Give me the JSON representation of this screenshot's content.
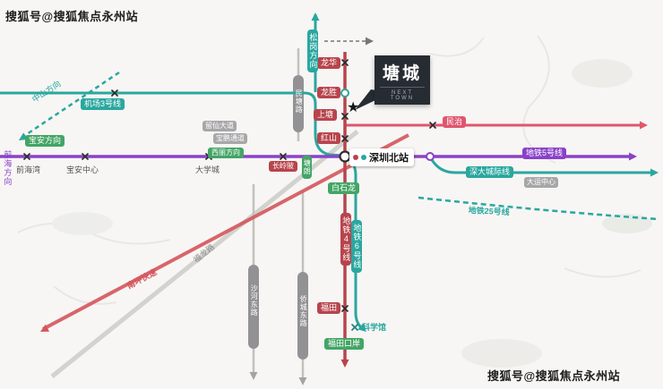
{
  "watermarks": {
    "top_left": "搜狐号@搜狐焦点永州站",
    "bottom_right": "搜狐号@搜狐焦点永州站"
  },
  "project_badge": {
    "name": "塘城",
    "subtitle": "NEXT TOWN"
  },
  "icons": {
    "star": "★"
  },
  "hub": {
    "name": "深圳北站"
  },
  "line4": {
    "label": "地铁4号线",
    "stations": {
      "longhua": "龙华",
      "longsheng": "龙胜",
      "shangtang": "上塘",
      "hongshan": "红山",
      "baishilong": "白石龙",
      "futian": "福田",
      "futiankouan": "福田口岸"
    }
  },
  "line6": {
    "label": "地铁6号线",
    "terminus_north": "松岗方向",
    "airport_label": "机场3号线",
    "stations": {
      "kexueguan": "科学馆"
    }
  },
  "line5": {
    "label": "地铁5号线",
    "stations": {
      "qianhaiwan": "前海湾",
      "baoanzhongxin": "宝安中心",
      "daxuecheng": "大学城",
      "changlingpi": "长岭陂",
      "tanglang": "塘朗",
      "minzhi": "民治"
    }
  },
  "intercity": {
    "shenda_label": "深大城际线",
    "dayun_center": "大运中心",
    "line25_label": "地铁25号线",
    "zhongshan_label": "中山方向"
  },
  "directions": {
    "baoan": "宝安方向",
    "qianhai": "前海方向",
    "xili": "西丽方向"
  },
  "roads": {
    "liuxian_avenue": "留仙大道",
    "baopeng_channel": "宝鹏通道",
    "mintang_road": "民塘路",
    "shahedong_road": "沙河东路",
    "qiaochengdong_road": "侨城东路",
    "fulong_road": "福龙路",
    "nanping_expressway": "南坪快速"
  },
  "colors": {
    "line4": "#b8444c",
    "line5": "#8a42c8",
    "line6": "#2aa79f",
    "pink-line": "#e0566e",
    "green-box": "#43a565",
    "gray-road": "#9a999b",
    "badge-bg": "#272c33",
    "watermark": "#1c1c1c"
  }
}
